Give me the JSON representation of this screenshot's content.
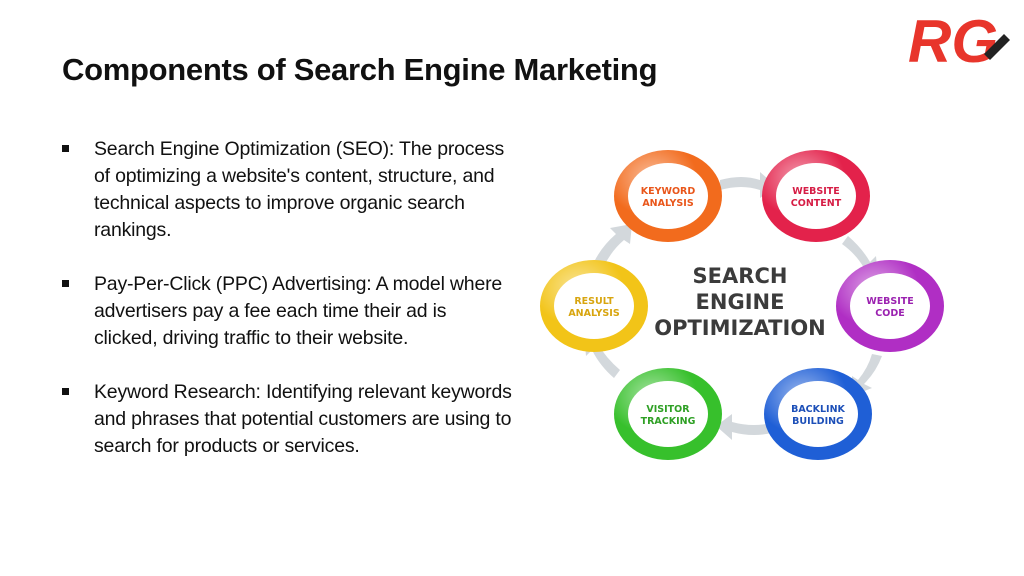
{
  "slide": {
    "title": "Components of Search Engine Marketing",
    "logo_text": "RG",
    "bullets": [
      "Search Engine Optimization (SEO): The process of optimizing a website's content, structure, and technical aspects to improve organic search rankings.",
      "Pay-Per-Click (PPC) Advertising: A model where advertisers pay a fee each time their ad is clicked, driving traffic to their website.",
      "Keyword Research: Identifying relevant keywords and phrases that potential customers are using to search for products or services."
    ]
  },
  "diagram": {
    "center": [
      "SEARCH",
      "ENGINE",
      "OPTIMIZATION"
    ],
    "nodes": [
      {
        "lines": [
          "KEYWORD",
          "ANALYSIS"
        ],
        "color": "#f26b1d",
        "text_color": "#e9561a"
      },
      {
        "lines": [
          "WEBSITE",
          "CONTENT"
        ],
        "color": "#e3224b",
        "text_color": "#d61d45"
      },
      {
        "lines": [
          "WEBSITE",
          "CODE"
        ],
        "color": "#b02ec4",
        "text_color": "#9b22b0"
      },
      {
        "lines": [
          "BACKLINK",
          "BUILDING"
        ],
        "color": "#1f5fd6",
        "text_color": "#1c4fb8"
      },
      {
        "lines": [
          "VISITOR",
          "TRACKING"
        ],
        "color": "#37c02c",
        "text_color": "#2fa025"
      },
      {
        "lines": [
          "RESULT",
          "ANALYSIS"
        ],
        "color": "#f2c418",
        "text_color": "#d8a50f"
      }
    ]
  },
  "colors": {
    "logo_red": "#e8352b",
    "arrow_gray": "#d3d8dc"
  }
}
